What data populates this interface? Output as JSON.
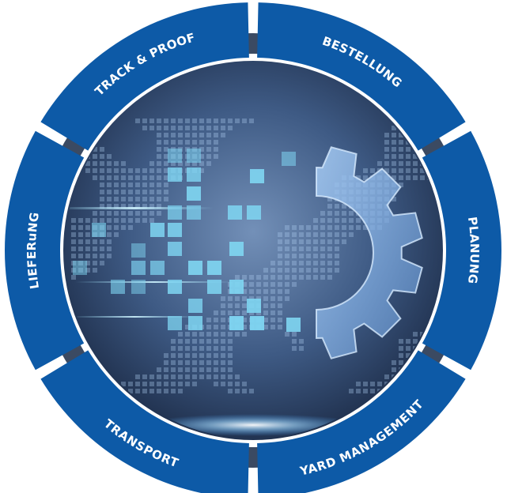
{
  "segments": [
    {
      "id": "bestellung",
      "label": "BESTELLUNG"
    },
    {
      "id": "planung",
      "label": "PLANUNG"
    },
    {
      "id": "yard-management",
      "label": "YARD MANAGEMENT"
    },
    {
      "id": "transport",
      "label": "TRANSPORT"
    },
    {
      "id": "lieferung",
      "label": "LIEFERuNG"
    },
    {
      "id": "track-proof",
      "label": "TRACK & PROOF"
    }
  ],
  "colors": {
    "segment_blue": "#0d5aa7",
    "connector": "#3b4a62",
    "center_dark": "#1c2a44",
    "center_mid": "#5b7ca8",
    "gear_fill": "#8ab4e6",
    "tile": "#7fd6f2"
  },
  "center_icon": "gear-icon"
}
